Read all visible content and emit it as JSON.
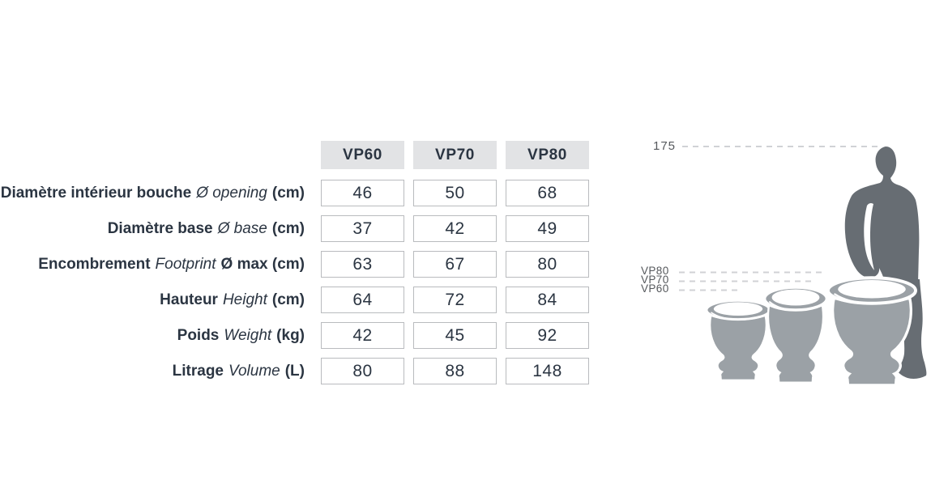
{
  "table": {
    "columns": [
      "VP60",
      "VP70",
      "VP80"
    ],
    "rows": [
      {
        "fr": "Diamètre intérieur bouche",
        "en": "Ø opening",
        "suffix": "(cm)",
        "values": [
          "46",
          "50",
          "68"
        ]
      },
      {
        "fr": "Diamètre base",
        "en": "Ø base",
        "suffix": "(cm)",
        "values": [
          "37",
          "42",
          "49"
        ]
      },
      {
        "fr": "Encombrement",
        "en": "Footprint",
        "suffix": "Ø max (cm)",
        "values": [
          "63",
          "67",
          "80"
        ]
      },
      {
        "fr": "Hauteur",
        "en": "Height",
        "suffix": "(cm)",
        "values": [
          "64",
          "72",
          "84"
        ]
      },
      {
        "fr": "Poids",
        "en": "Weight",
        "suffix": "(kg)",
        "values": [
          "42",
          "45",
          "92"
        ]
      },
      {
        "fr": "Litrage",
        "en": "Volume",
        "suffix": "(L)",
        "values": [
          "80",
          "88",
          "148"
        ]
      }
    ]
  },
  "figure": {
    "person_height_label": "175",
    "pot_labels": [
      "VP80",
      "VP70",
      "VP60"
    ],
    "colors": {
      "person_silhouette": "#676d73",
      "pot_silhouette": "#9ba1a6",
      "dashed_line": "#d0d2d5",
      "table_text": "#2b3542",
      "header_background": "#e2e3e5",
      "cell_border": "#b9bbbe",
      "annotation_text": "#55585c"
    }
  }
}
